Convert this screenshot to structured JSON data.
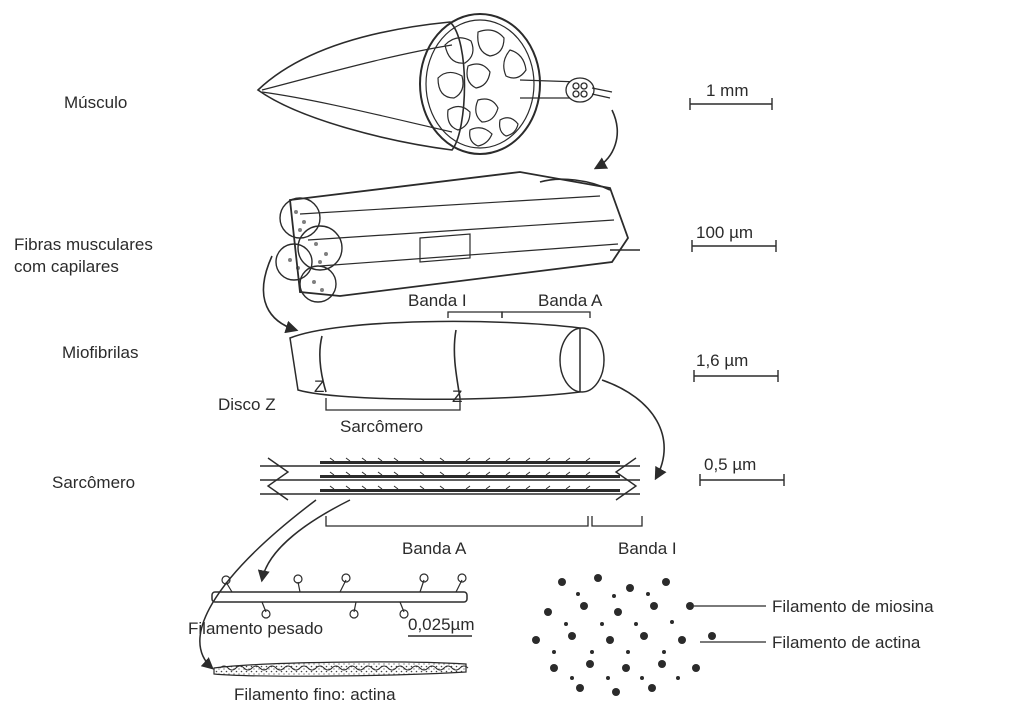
{
  "levels": {
    "muscle": "Músculo",
    "fibers": "Fibras musculares\ncom capilares",
    "myofibrils": "Miofibrilas",
    "sarcomere": "Sarcômero"
  },
  "scale_bars": {
    "muscle": "1 mm",
    "fibers": "100 µm",
    "myofibrils": "1,6 µm",
    "sarcomere": "0,5 µm",
    "thick_filament": "0,025µm"
  },
  "myofibril_labels": {
    "band_i": "Banda I",
    "band_a": "Banda A",
    "disc_z": "Disco Z",
    "sarcomere": "Sarcômero",
    "z1": "Z",
    "z2": "Z"
  },
  "sarcomere_labels": {
    "band_a": "Banda A",
    "band_i": "Banda I"
  },
  "filaments": {
    "thick": "Filamento pesado",
    "thin": "Filamento fino: actina"
  },
  "cross_section": {
    "myosin": "Filamento de miosina",
    "actin": "Filamento de actina"
  }
}
